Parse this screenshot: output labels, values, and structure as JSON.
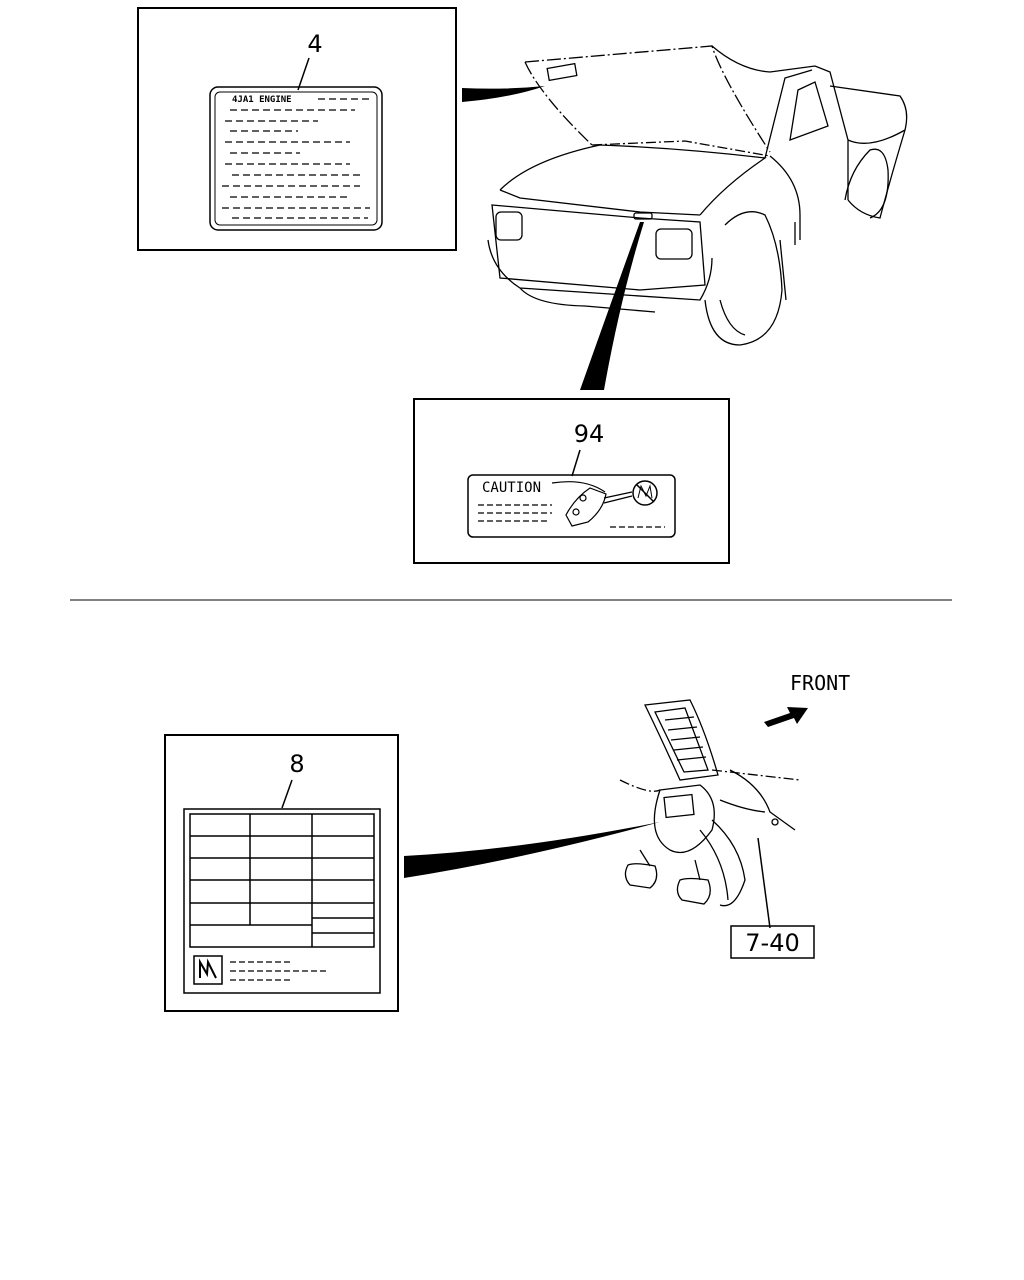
{
  "callouts": {
    "engine_label_ref": "4",
    "caution_label_ref": "94",
    "tire_label_ref": "8",
    "page_ref": "7-40"
  },
  "engine_label": {
    "title": "4JA1 ENGINE"
  },
  "caution_label": {
    "title": "CAUTION"
  },
  "direction": {
    "front_label": "FRONT"
  }
}
